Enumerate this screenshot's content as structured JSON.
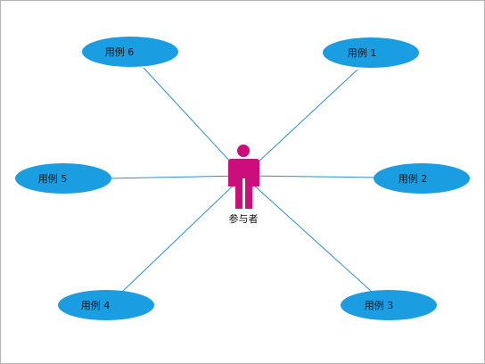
{
  "diagram": {
    "actor": {
      "label": "参与者",
      "color": "#cc0e7c",
      "icon": "person-icon"
    },
    "use_cases": [
      {
        "id": "uc1",
        "label": "用例 1"
      },
      {
        "id": "uc2",
        "label": "用例 2"
      },
      {
        "id": "uc3",
        "label": "用例 3"
      },
      {
        "id": "uc4",
        "label": "用例 4"
      },
      {
        "id": "uc5",
        "label": "用例 5"
      },
      {
        "id": "uc6",
        "label": "用例 6"
      }
    ],
    "colors": {
      "use_case_fill": "#1b9de2",
      "connector": "#2a8fcc",
      "frame_border": "#b4b4b4"
    }
  }
}
